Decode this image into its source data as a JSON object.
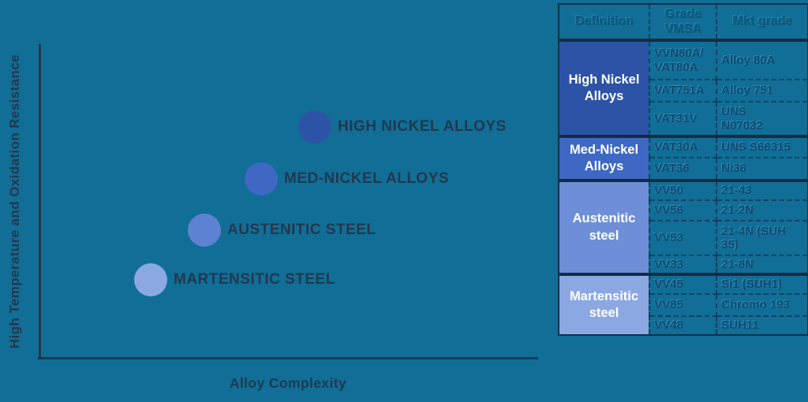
{
  "colors": {
    "background": "#116E96",
    "axis": "#20394F",
    "text_dark": "#22384E",
    "definition_text": "#FFFFFF",
    "grade_text": "#11486F",
    "header_text": "#0D5D85"
  },
  "chart": {
    "ylabel": "High Temperature and Oxidation Resistance",
    "xlabel": "Alloy Complexity"
  },
  "chart_data": {
    "type": "scatter",
    "title": "",
    "xlabel": "Alloy Complexity",
    "ylabel": "High Temperature and Oxidation Resistance",
    "axes_note": "qualitative axes, no ticks or numeric scale shown",
    "legend": "none",
    "points": [
      {
        "label": "MARTENSITIC STEEL",
        "x": 1,
        "y": 1,
        "color": "#8CA8E3"
      },
      {
        "label": "AUSTENITIC STEEL",
        "x": 2,
        "y": 2,
        "color": "#5C82D1"
      },
      {
        "label": "MED-NICKEL ALLOYS",
        "x": 3,
        "y": 3,
        "color": "#3E68C4"
      },
      {
        "label": "HIGH NICKEL ALLOYS",
        "x": 4,
        "y": 4,
        "color": "#2C53A6"
      }
    ]
  },
  "table": {
    "headers": [
      "Definition",
      "Grade\nVMSA",
      "Mkt grade"
    ],
    "groups": [
      {
        "definition": "High Nickel Alloys",
        "color": "#2C53A6",
        "rows": [
          {
            "grade": "VVN80A/\nVAT80A",
            "mkt": "Alloy 80A"
          },
          {
            "grade": "VAT751A",
            "mkt": "Alloy 751"
          },
          {
            "grade": "VAT31V",
            "mkt": "UNS\nN07032"
          }
        ]
      },
      {
        "definition": "Med-Nickel Alloys",
        "color": "#3E68C4",
        "rows": [
          {
            "grade": "VAT30A",
            "mkt": "UNS S66315"
          },
          {
            "grade": "VAT36",
            "mkt": "Ni36"
          }
        ]
      },
      {
        "definition": "Austenitic steel",
        "color": "#6E8FD7",
        "rows": [
          {
            "grade": "VV50",
            "mkt": "21-43"
          },
          {
            "grade": "VV56",
            "mkt": "21-2N"
          },
          {
            "grade": "VV53",
            "mkt": "21-4N (SUH\n35)"
          },
          {
            "grade": "VV33",
            "mkt": "21-8N"
          }
        ]
      },
      {
        "definition": "Martensitic steel",
        "color": "#8CA8E3",
        "rows": [
          {
            "grade": "VV45",
            "mkt": "Si1 (SUH1)"
          },
          {
            "grade": "VV85",
            "mkt": "Chromo 193"
          },
          {
            "grade": "VV48",
            "mkt": "SUH11"
          }
        ]
      }
    ]
  }
}
